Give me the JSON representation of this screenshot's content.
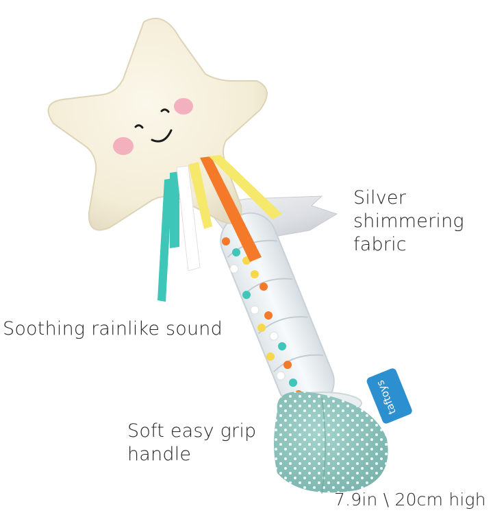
{
  "product": {
    "brand": "taftoys",
    "colors": {
      "plush": "#f6f0dd",
      "plush_shade": "#e7dfc7",
      "cheek": "#f2a8b9",
      "handle": "#8fc7bf",
      "tag": "#2c8fd0",
      "ribbon_orange": "#f47a2a",
      "ribbon_yellow": "#f6e86a",
      "ribbon_teal": "#3ec6b8",
      "ribbon_silver": "#e3e5e8"
    }
  },
  "callouts": {
    "silver": [
      "Silver",
      "shimmering",
      "fabric"
    ],
    "sound": "Soothing rainlike sound",
    "grip": [
      "Soft easy grip",
      "handle"
    ],
    "size": "7.9in \\ 20cm high"
  }
}
